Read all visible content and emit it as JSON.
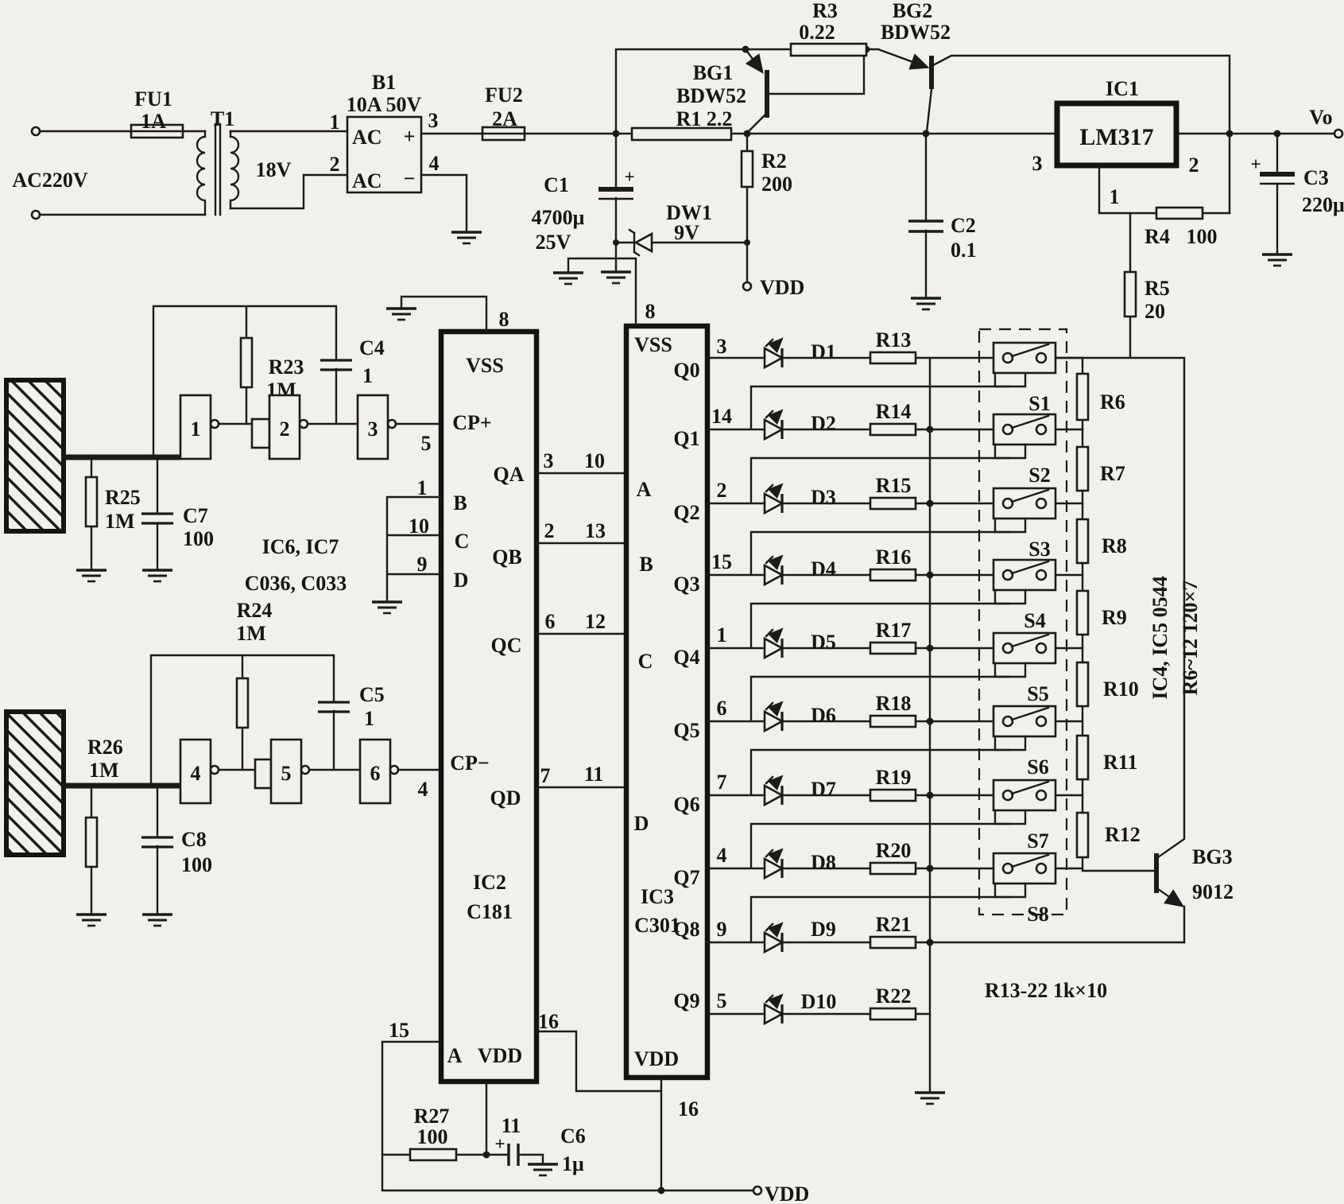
{
  "pw": {
    "ac": "AC220V",
    "fu1": "FU1",
    "fu1v": "1A",
    "t1": "T1",
    "v18": "18V",
    "b1": "B1",
    "b1r": "10A 50V",
    "p1": "1",
    "p2": "2",
    "p3": "3",
    "p4": "4",
    "ac1": "AC",
    "plus": "+",
    "ac2": "AC",
    "minus": "−",
    "fu2": "FU2",
    "fu2v": "2A",
    "c1": "C1",
    "c1v": "4700μ",
    "c1v2": "25V",
    "c1p": "+",
    "dw1": "DW1",
    "dw1v": "9V",
    "r1": "R1 2.2",
    "r2": "R2",
    "r2v": "200",
    "vdd": "VDD",
    "bg1": "BG1",
    "bg1t": "BDW52",
    "r3": "R3",
    "r3v": "0.22",
    "bg2": "BG2",
    "bg2t": "BDW52",
    "c2": "C2",
    "c2v": "0.1",
    "ic1": "IC1",
    "lm": "LM317",
    "pa3": "3",
    "pa2": "2",
    "pa1": "1",
    "r4": "R4",
    "r4v": "100",
    "r5": "R5",
    "r5v": "20",
    "c3": "C3",
    "c3v": "220μ",
    "c3p": "+",
    "vo": "Vo"
  },
  "osc": {
    "r23": "R23",
    "r23v": "1M",
    "c4": "C4",
    "c4v": "1",
    "r25": "R25",
    "r25v": "1M",
    "c7": "C7",
    "c7v": "100",
    "g1": "1",
    "g2": "2",
    "g3": "3",
    "p5": "5",
    "ic67": "IC6, IC7",
    "ic67p": "C036, C033",
    "r24": "R24",
    "r24v": "1M",
    "c5": "C5",
    "c5v": "1",
    "r26": "R26",
    "r26v": "1M",
    "c8": "C8",
    "c8v": "100",
    "g4": "4",
    "g5": "5",
    "g6": "6",
    "p4": "4"
  },
  "ic2": {
    "p8": "8",
    "vss": "VSS",
    "cp": "CP+",
    "cpm": "CP−",
    "b": "B",
    "c": "C",
    "d": "D",
    "pb": "1",
    "pc": "10",
    "pd": "9",
    "qa": "QA",
    "qb": "QB",
    "qc": "QC",
    "qd": "QD",
    "name": "IC2",
    "part": "C181",
    "a": "A",
    "vdd": "VDD",
    "p15": "15",
    "p16": "16",
    "p11": "11"
  },
  "lnk": [
    {
      "l": "3",
      "r": "10"
    },
    {
      "l": "2",
      "r": "13"
    },
    {
      "l": "6",
      "r": "12"
    },
    {
      "l": "7",
      "r": "11"
    }
  ],
  "ic3": {
    "p8": "8",
    "vss": "VSS",
    "a": "A",
    "b": "B",
    "c": "C",
    "d": "D",
    "name": "IC3",
    "part": "C301",
    "vdd": "VDD",
    "p16": "16"
  },
  "rows": [
    {
      "q": "Q0",
      "p": "3",
      "d": "D1",
      "r": "R13"
    },
    {
      "q": "Q1",
      "p": "14",
      "d": "D2",
      "r": "R14"
    },
    {
      "q": "Q2",
      "p": "2",
      "d": "D3",
      "r": "R15"
    },
    {
      "q": "Q3",
      "p": "15",
      "d": "D4",
      "r": "R16"
    },
    {
      "q": "Q4",
      "p": "1",
      "d": "D5",
      "r": "R17"
    },
    {
      "q": "Q5",
      "p": "6",
      "d": "D6",
      "r": "R18"
    },
    {
      "q": "Q6",
      "p": "7",
      "d": "D7",
      "r": "R19"
    },
    {
      "q": "Q7",
      "p": "4",
      "d": "D8",
      "r": "R20"
    },
    {
      "q": "Q8",
      "p": "9",
      "d": "D9",
      "r": "R21"
    },
    {
      "q": "Q9",
      "p": "5",
      "d": "D10",
      "r": "R22"
    }
  ],
  "sw": {
    "s": [
      "S1",
      "S2",
      "S3",
      "S4",
      "S5",
      "S6",
      "S7",
      "S8"
    ],
    "rc": [
      "R6",
      "R7",
      "R8",
      "R9",
      "R10",
      "R11",
      "R12"
    ],
    "ics": "IC4, IC5 0544",
    "rng": "R6~12 120×7"
  },
  "bg3": {
    "name": "BG3",
    "t": "9012"
  },
  "bot": {
    "r27": "R27",
    "r27v": "100",
    "c6": "C6",
    "c6v": "1μ",
    "c6p": "+",
    "vdd": "VDD",
    "note": "R13-22 1k×10"
  }
}
